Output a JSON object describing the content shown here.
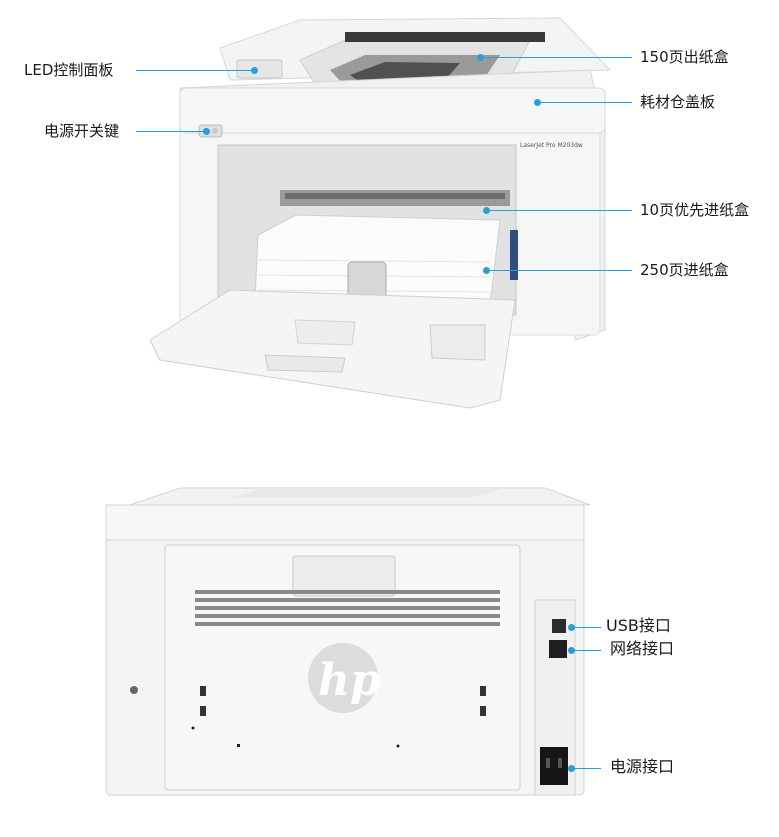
{
  "front": {
    "model_label": "LaserJet Pro M203dw",
    "callouts": {
      "led_panel": "LED控制面板",
      "power_switch": "电源开关键",
      "output_tray": "150页出纸盒",
      "toner_cover": "耗材仓盖板",
      "priority_tray": "10页优先进纸盒",
      "input_tray": "250页进纸盒"
    }
  },
  "back": {
    "logo_text": "hp",
    "callouts": {
      "usb_port": "USB接口",
      "network_port": "网络接口",
      "power_port": "电源接口"
    }
  },
  "colors": {
    "accent": "#2a9fd6",
    "body": "#f2f2f2",
    "shadow": "#d6d6d6"
  }
}
